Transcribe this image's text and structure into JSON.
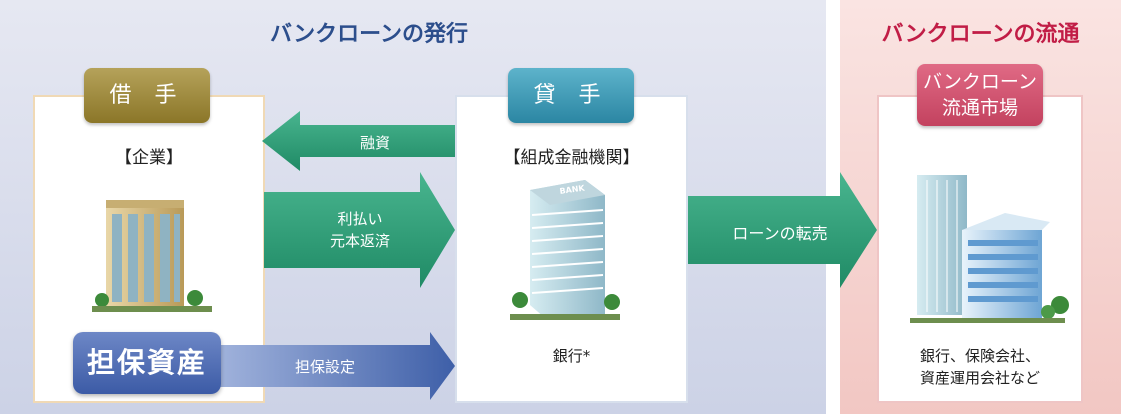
{
  "sections": {
    "issuance_title": "バンクローンの発行",
    "circulation_title": "バンクローンの流通"
  },
  "borrower": {
    "tab": "借 手",
    "entity": "【企業】",
    "collateral": "担保資産"
  },
  "lender": {
    "tab": "貸 手",
    "entity": "【組成金融機関】",
    "bank_label": "銀行*",
    "building_sign": "BANK"
  },
  "market": {
    "tab_line1": "バンクローン",
    "tab_line2": "流通市場",
    "investors_line1": "銀行、保険会社、",
    "investors_line2": "資産運用会社など"
  },
  "arrows": {
    "loan": "融資",
    "interest_line1": "利払い",
    "interest_line2": "元本返済",
    "transfer": "ローンの転売",
    "collateral_setting": "担保設定"
  },
  "colors": {
    "green_arrow": "#2f9e78",
    "blue_arrow": "#4f6fb3",
    "issuance_title": "#2c4e8c",
    "circulation_title": "#c11d46"
  }
}
